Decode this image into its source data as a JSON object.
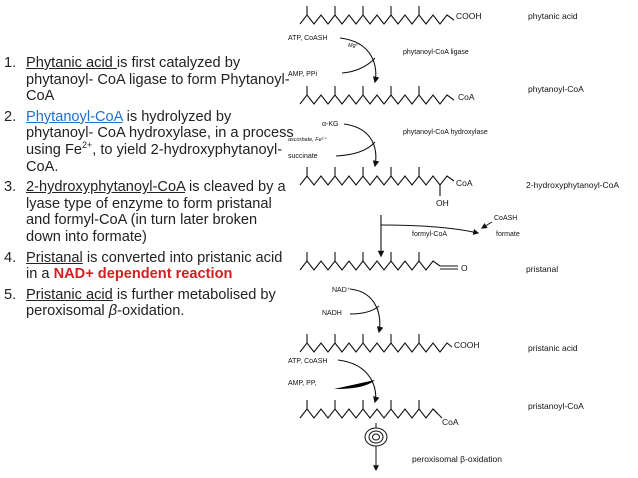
{
  "steps": [
    {
      "num": "1.",
      "name": "Phytanic acid ",
      "t1": "is first catalyzed by phytanoyl- CoA ligase to form Phytanoyl-CoA"
    },
    {
      "num": "2.",
      "name": "Phytanoyl-CoA",
      "t1": " is hydrolyzed by phytanoyl- CoA hydroxylase, in a process using Fe",
      "sup": "2+",
      "t2": ", to yield 2-hydroxyphytanoyl-CoA."
    },
    {
      "num": "3.",
      "name": "2-hydroxyphytanoyl-CoA",
      "t1": " is cleaved by a lyase type of enzyme to form pristanal and formyl-CoA (in turn later broken down into formate)"
    },
    {
      "num": "4.",
      "name": "Pristanal",
      "t1": " is converted into pristanic acid in a ",
      "highlight": "NAD+ dependent reaction"
    },
    {
      "num": "5.",
      "name": "Pristanic acid",
      "t1": " is further metabolised by peroxisomal ",
      "beta": "β",
      "t2": "-oxidation."
    }
  ],
  "colors": {
    "link": "#1f6fd0",
    "highlight": "#d21f1f"
  },
  "pathway": {
    "compounds": [
      "phytanic acid",
      "phytanoyl-CoA",
      "2-hydroxyphytanoyl-CoA",
      "pristanal",
      "pristanic acid",
      "pristanoyl-CoA"
    ],
    "groups": {
      "cooh1": "COOH",
      "coa1": "CoA",
      "coa2": "CoA",
      "oh": "OH",
      "o": "O",
      "cooh2": "COOH",
      "coa3": "CoA"
    },
    "enzymes": {
      "ligase": "phytanoyl-CoA ligase",
      "hydroxylase": "phytanoyl-CoA hydroxylase"
    },
    "cofactors": {
      "atp1": "ATP, CoASH",
      "mg": "Mg²⁺",
      "amp1": "AMP, PPi",
      "akg": "α-KG",
      "asc": "ascorbate, Fe²⁺",
      "succ": "succinate",
      "coash": "CoASH",
      "formylcoa": "formyl-CoA",
      "formate": "formate",
      "nadp": "NAD⁺",
      "nadh": "NADH",
      "atp2": "ATP, CoASH",
      "amp2": "AMP, PP,"
    },
    "final": "peroxisomal β-oxidation"
  }
}
